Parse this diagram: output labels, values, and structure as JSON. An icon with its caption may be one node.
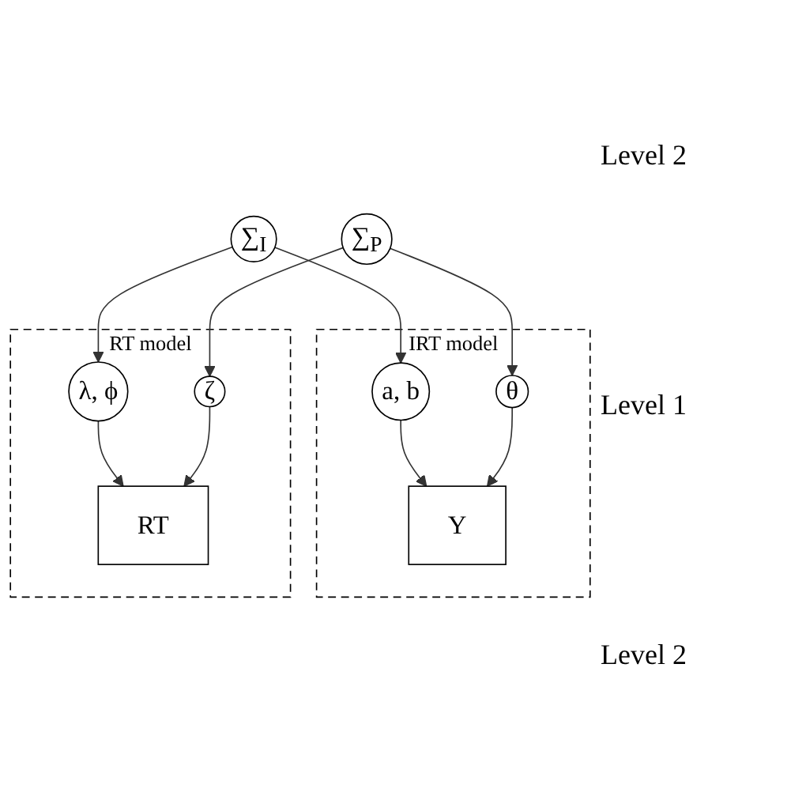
{
  "diagram": {
    "nodes": [
      {
        "text": [
          "∑$_{I}$"
        ]
      },
      {
        "text": [
          "IRT model"
        ]
      },
      {
        "text": [
          "a, b"
        ],
        "in": 1
      },
      {
        "text": [
          "Y"
        ],
        "in": 1
      },
      {
        "text": [
          "θ"
        ],
        "in": 1
      },
      {
        "text": [
          "RT model"
        ]
      },
      {
        "text": [
          "λ, ϕ"
        ],
        "in": 5
      },
      {
        "text": [
          "RT"
        ],
        "in": 5
      },
      {
        "text": [
          "ζ"
        ],
        "in": 5
      },
      {
        "text": [
          "∑$_{P}$"
        ]
      }
    ],
    "edges": [
      {
        "from": 0,
        "to": 2,
        "arrow": "to"
      },
      {
        "from": 0,
        "to": 6,
        "arrow": "to"
      },
      {
        "from": 2,
        "to": 3,
        "arrow": "to"
      },
      {
        "from": 4,
        "to": 3,
        "arrow": "to"
      },
      {
        "from": 6,
        "to": 7,
        "arrow": "to"
      },
      {
        "from": 8,
        "to": 7,
        "arrow": "to"
      },
      {
        "from": 9,
        "to": 4,
        "arrow": "to"
      },
      {
        "from": 9,
        "to": 8,
        "arrow": "to"
      }
    ],
    "labels": [
      "Level 2",
      "Level 1",
      "Level 2"
    ]
  }
}
